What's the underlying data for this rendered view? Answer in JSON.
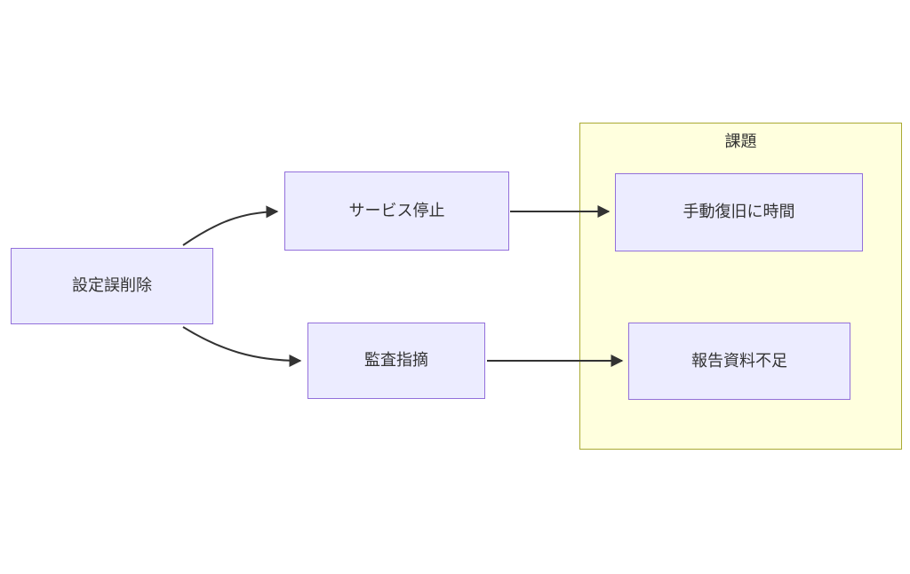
{
  "diagram": {
    "type": "flowchart",
    "direction": "left-to-right",
    "nodes": {
      "root": {
        "label": "設定誤削除"
      },
      "service_stop": {
        "label": "サービス停止"
      },
      "audit_finding": {
        "label": "監査指摘"
      },
      "manual_recovery": {
        "label": "手動復旧に時間"
      },
      "report_shortage": {
        "label": "報告資料不足"
      }
    },
    "cluster": {
      "label": "課題"
    },
    "edges": [
      {
        "from": "設定誤削除",
        "to": "サービス停止",
        "style": "curved"
      },
      {
        "from": "設定誤削除",
        "to": "監査指摘",
        "style": "curved"
      },
      {
        "from": "サービス停止",
        "to": "手動復旧に時間",
        "style": "straight"
      },
      {
        "from": "監査指摘",
        "to": "報告資料不足",
        "style": "straight"
      }
    ],
    "colors": {
      "node_fill": "#ECECFF",
      "node_border": "#9370DB",
      "cluster_fill": "#FFFFDE",
      "cluster_border": "#AAAA33",
      "edge": "#333333",
      "text": "#333333",
      "background": "#FFFFFF"
    }
  }
}
